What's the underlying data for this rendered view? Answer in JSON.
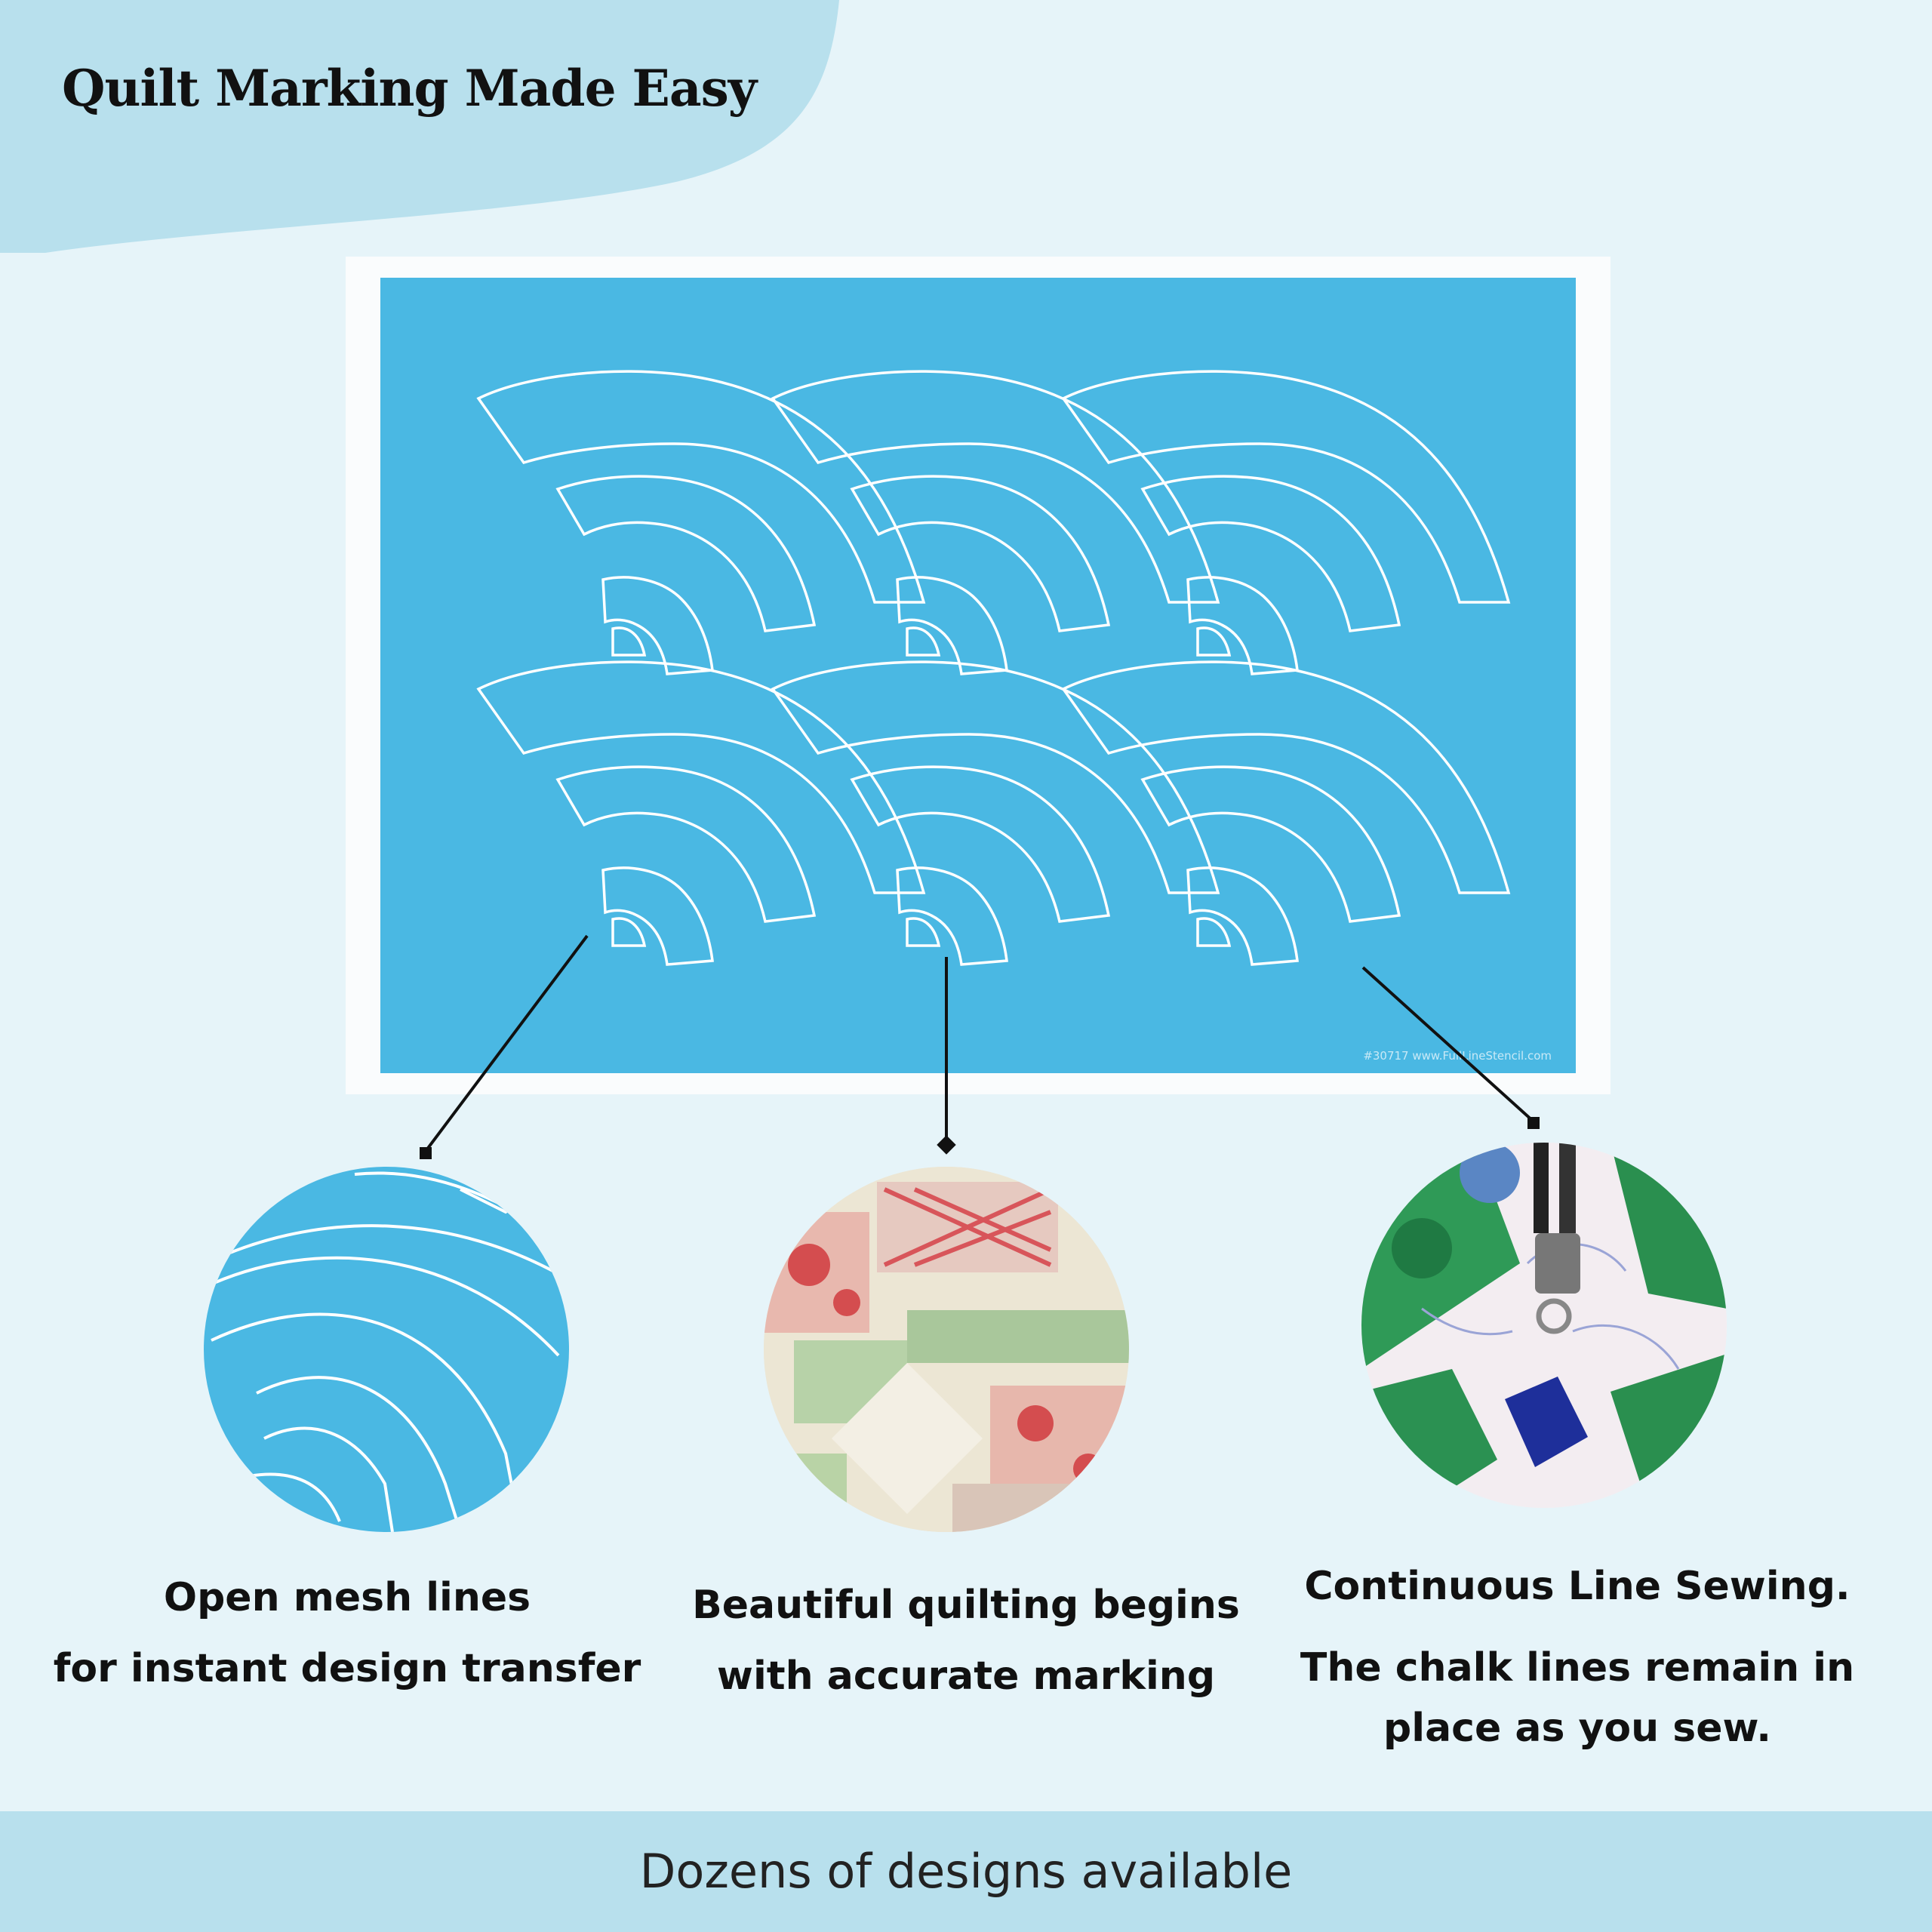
{
  "title": "Quilt Marking Made Easy",
  "stencil": {
    "code_text": "#30717  www.FullLineStencil.com"
  },
  "features": [
    {
      "lines": [
        "Open mesh lines",
        "for instant design  transfer"
      ]
    },
    {
      "lines": [
        "Beautiful quilting begins",
        "with accurate marking"
      ]
    },
    {
      "lead": "Continuous Line Sewing.",
      "lines": [
        "The chalk lines remain in",
        "place  as you sew."
      ]
    }
  ],
  "footer": {
    "text": "Dozens of designs available"
  },
  "colors": {
    "background": "#e6f4f9",
    "banner": "#b8e0ed",
    "stencil_blue": "#4ab8e3"
  }
}
